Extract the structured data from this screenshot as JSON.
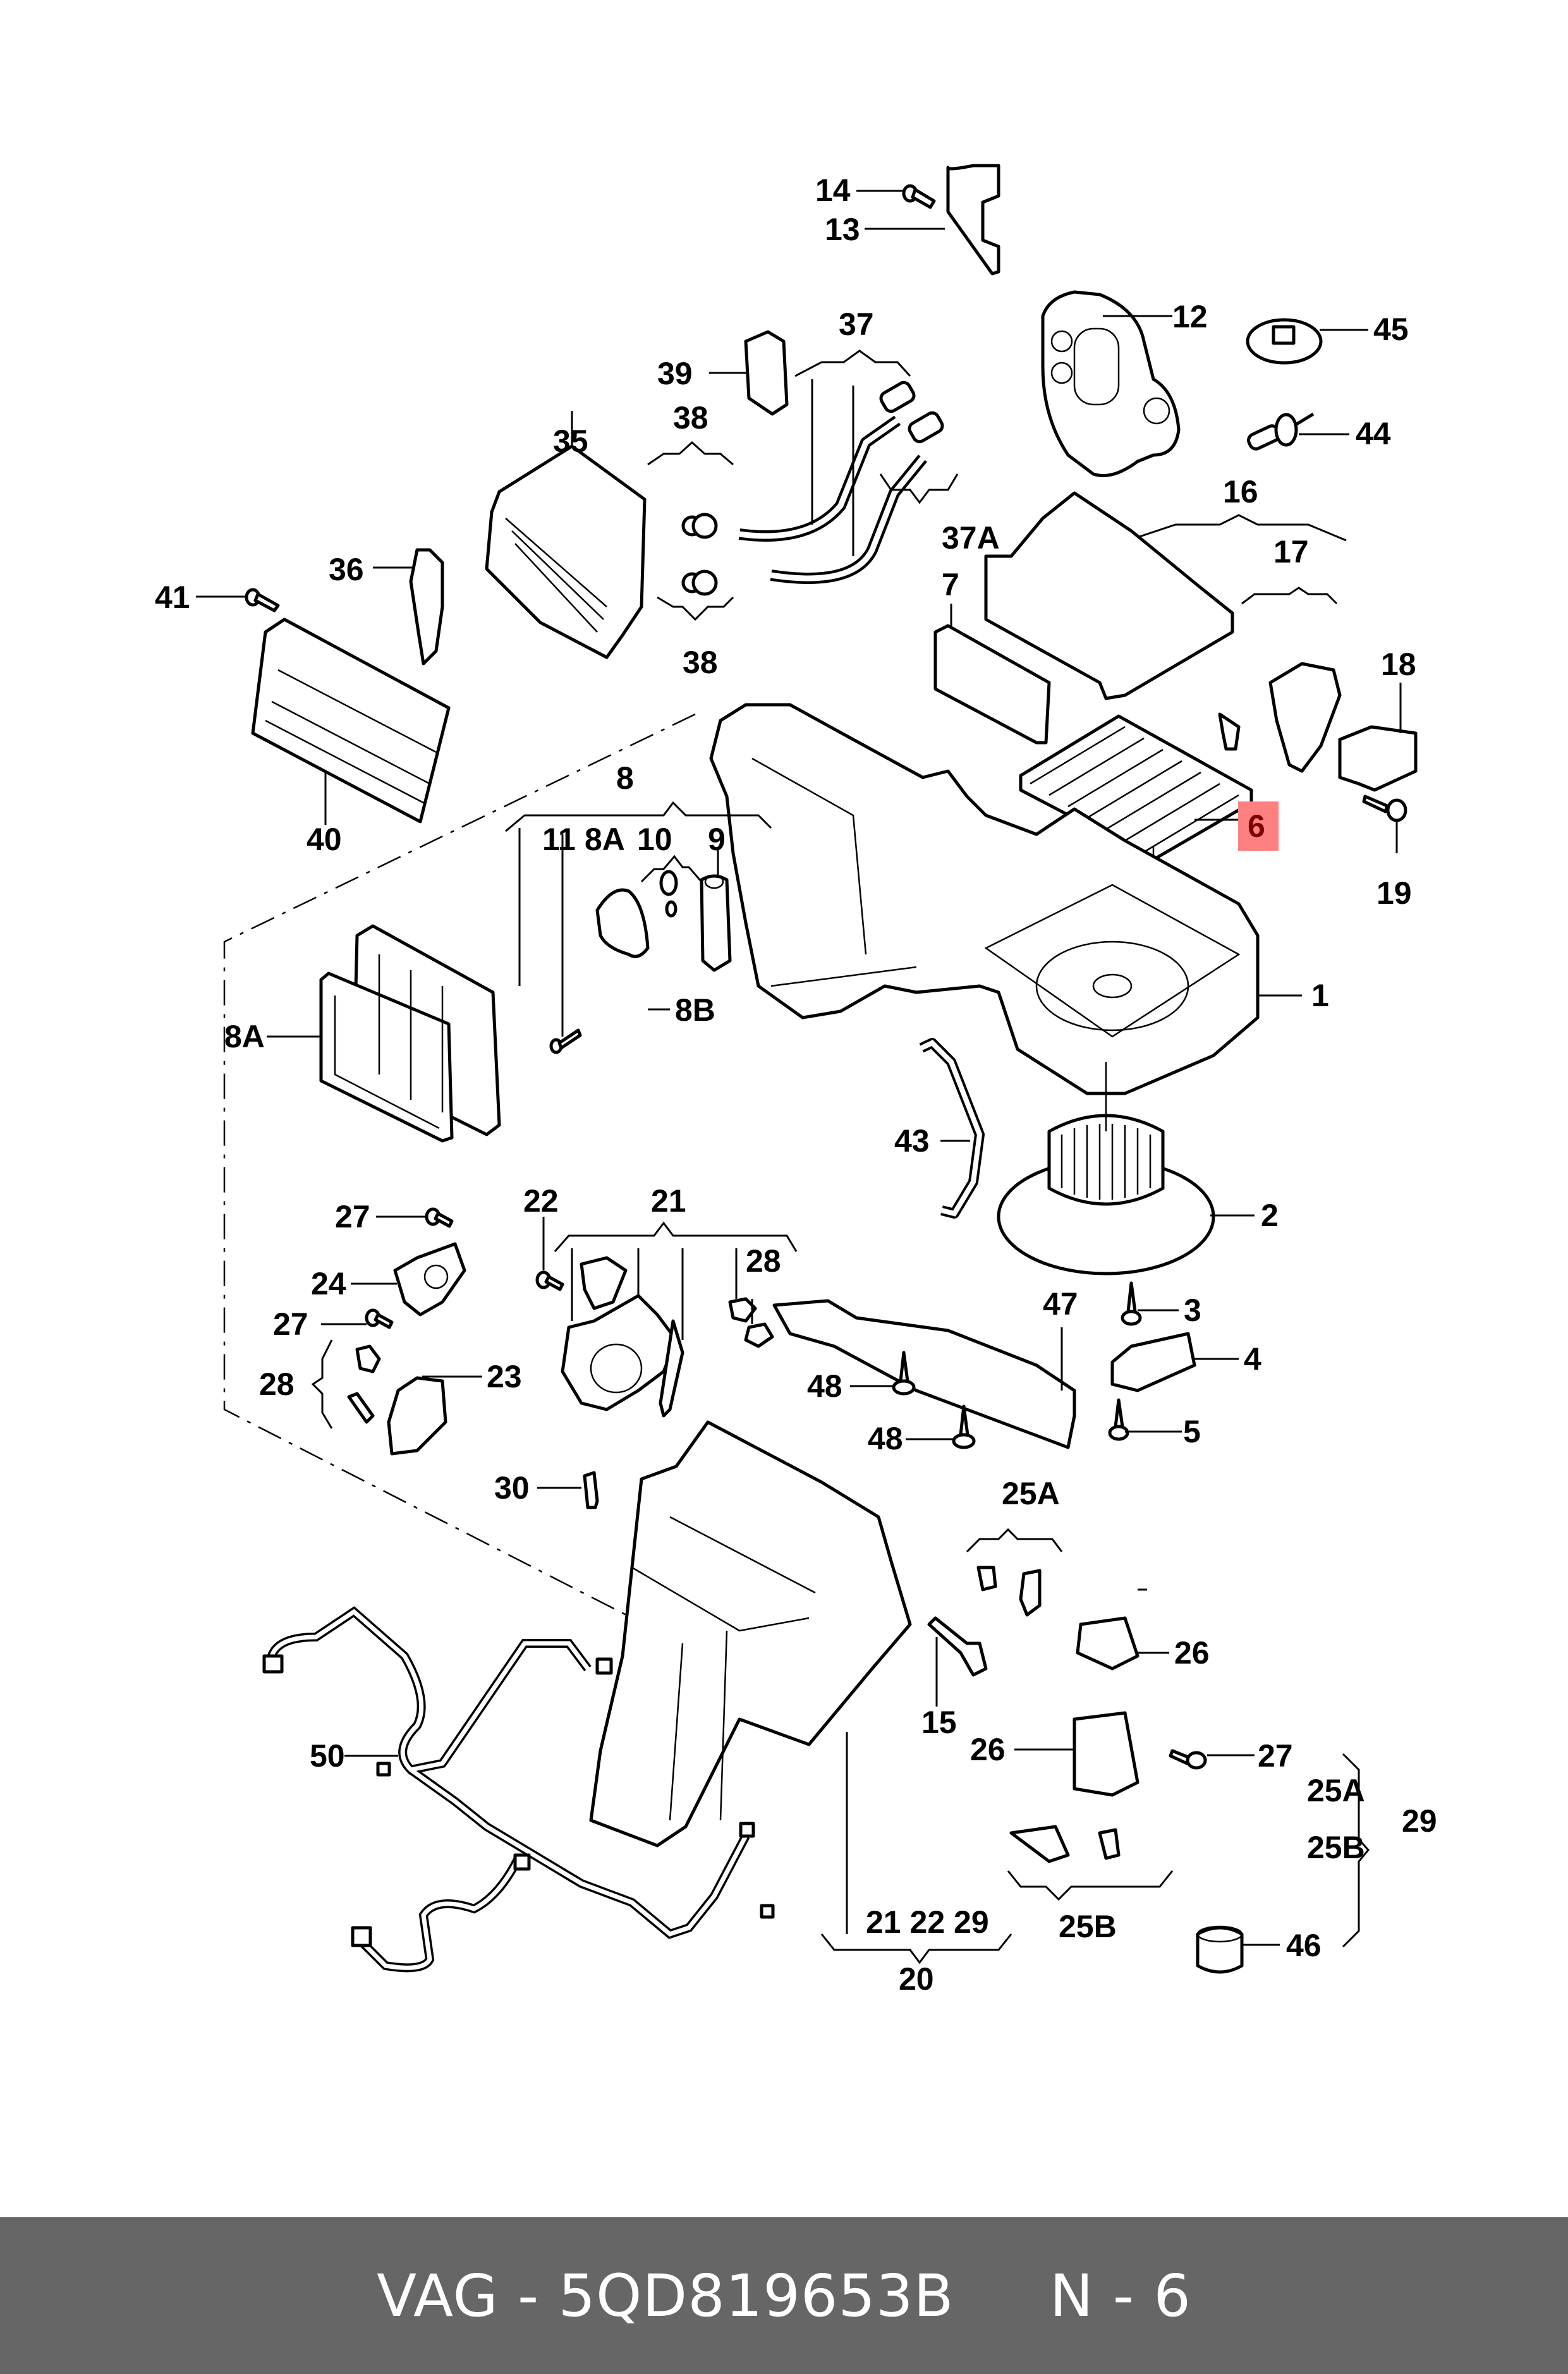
{
  "diagram": {
    "title": "Air conditioning / heater unit exploded parts diagram",
    "highlighted_callout": "6",
    "highlight_color": "#ff8080",
    "highlight_text_color": "#800000",
    "callouts": [
      {
        "id": "c14",
        "label": "14"
      },
      {
        "id": "c13",
        "label": "13"
      },
      {
        "id": "c12",
        "label": "12"
      },
      {
        "id": "c45",
        "label": "45"
      },
      {
        "id": "c44",
        "label": "44"
      },
      {
        "id": "c39",
        "label": "39"
      },
      {
        "id": "c37",
        "label": "37"
      },
      {
        "id": "c37a",
        "label": "37A"
      },
      {
        "id": "c38a",
        "label": "38"
      },
      {
        "id": "c38b",
        "label": "38"
      },
      {
        "id": "c35",
        "label": "35"
      },
      {
        "id": "c36",
        "label": "36"
      },
      {
        "id": "c41",
        "label": "41"
      },
      {
        "id": "c40",
        "label": "40"
      },
      {
        "id": "c16",
        "label": "16"
      },
      {
        "id": "c17",
        "label": "17"
      },
      {
        "id": "c7",
        "label": "7"
      },
      {
        "id": "c18",
        "label": "18"
      },
      {
        "id": "c19",
        "label": "19"
      },
      {
        "id": "c6",
        "label": "6"
      },
      {
        "id": "c8",
        "label": "8"
      },
      {
        "id": "c11",
        "label": "11"
      },
      {
        "id": "c8a_top",
        "label": "8A"
      },
      {
        "id": "c10",
        "label": "10"
      },
      {
        "id": "c9",
        "label": "9"
      },
      {
        "id": "c8a",
        "label": "8A"
      },
      {
        "id": "c8b",
        "label": "8B"
      },
      {
        "id": "c1",
        "label": "1"
      },
      {
        "id": "c43",
        "label": "43"
      },
      {
        "id": "c2",
        "label": "2"
      },
      {
        "id": "c27a",
        "label": "27"
      },
      {
        "id": "c22",
        "label": "22"
      },
      {
        "id": "c21",
        "label": "21"
      },
      {
        "id": "c28a",
        "label": "28"
      },
      {
        "id": "c24",
        "label": "24"
      },
      {
        "id": "c27b",
        "label": "27"
      },
      {
        "id": "c47",
        "label": "47"
      },
      {
        "id": "c3",
        "label": "3"
      },
      {
        "id": "c4",
        "label": "4"
      },
      {
        "id": "c28b",
        "label": "28"
      },
      {
        "id": "c23",
        "label": "23"
      },
      {
        "id": "c48a",
        "label": "48"
      },
      {
        "id": "c48b",
        "label": "48"
      },
      {
        "id": "c5",
        "label": "5"
      },
      {
        "id": "c25a",
        "label": "25A"
      },
      {
        "id": "c30",
        "label": "30"
      },
      {
        "id": "c26a",
        "label": "26"
      },
      {
        "id": "c15",
        "label": "15"
      },
      {
        "id": "c50",
        "label": "50"
      },
      {
        "id": "c27c",
        "label": "27"
      },
      {
        "id": "c26b",
        "label": "26"
      },
      {
        "id": "c25a2",
        "label": "25A"
      },
      {
        "id": "c29",
        "label": "29"
      },
      {
        "id": "c25b2",
        "label": "25B"
      },
      {
        "id": "c212229",
        "label": "21 22 29"
      },
      {
        "id": "c25b",
        "label": "25B"
      },
      {
        "id": "c20",
        "label": "20"
      },
      {
        "id": "c46",
        "label": "46"
      }
    ]
  },
  "footer": {
    "brand": "VAG",
    "separator": " - ",
    "part_number": "5QD819653B",
    "gap": "     ",
    "position_label": "N - 6",
    "background": "#666666"
  }
}
